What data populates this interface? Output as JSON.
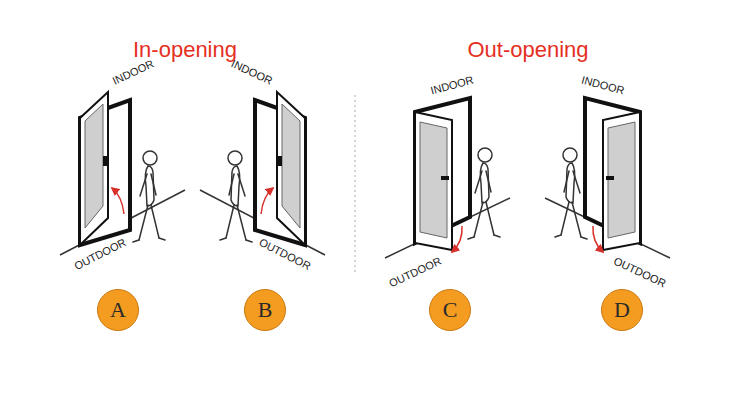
{
  "diagram": {
    "nodes": [
      {
        "text": [
          "A"
        ]
      },
      {
        "text": [
          "B"
        ]
      },
      {
        "text": [
          "C"
        ]
      },
      {
        "text": [
          "D"
        ]
      }
    ],
    "labels": [
      "In-opening",
      "Out-opening",
      "INDOOR",
      "OUTDOOR",
      "INDOOR",
      "OUTDOOR",
      "INDOOR",
      "OUTDOOR",
      "INDOOR",
      "OUTDOOR"
    ]
  }
}
